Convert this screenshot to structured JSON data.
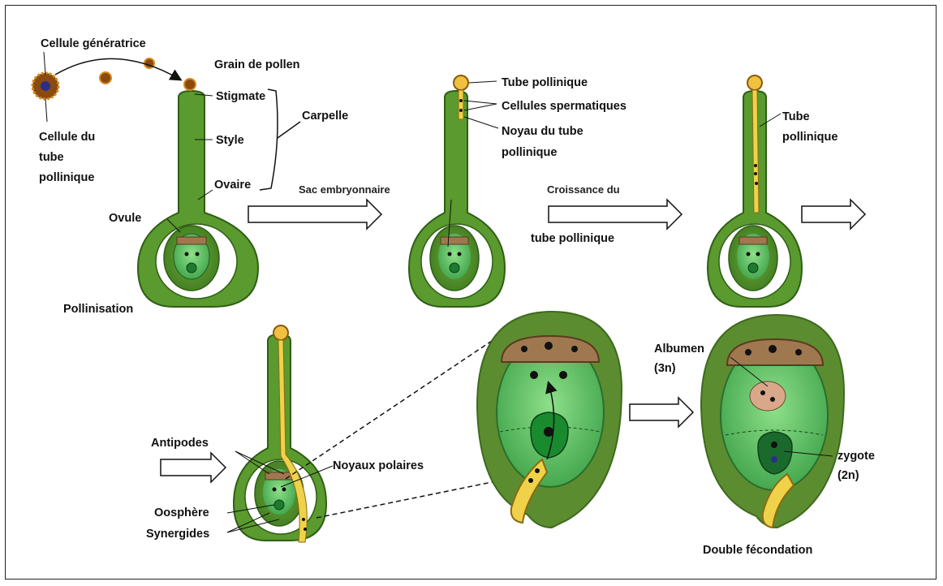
{
  "labels": {
    "cellule_generatrice": "Cellule génératrice",
    "grain_de_pollen": "Grain de pollen",
    "stigmate": "Stigmate",
    "style": "Style",
    "carpelle": "Carpelle",
    "ovaire": "Ovaire",
    "ovule": "Ovule",
    "cellule_du_tube_l1": "Cellule du",
    "cellule_du_tube_l2": "tube",
    "cellule_du_tube_l3": "pollinique",
    "pollinisation": "Pollinisation",
    "tube_pollinique_1": "Tube pollinique",
    "cellules_spermatiques": "Cellules spermatiques",
    "noyau_tube_l1": "Noyau du tube",
    "noyau_tube_l2": "pollinique",
    "sac_embryonnaire": "Sac embryonnaire",
    "croissance_l1": "Croissance du",
    "croissance_l2": "tube pollinique",
    "tube_pollinique_2_l1": "Tube",
    "tube_pollinique_2_l2": "pollinique",
    "antipodes": "Antipodes",
    "noyaux_polaires": "Noyaux polaires",
    "oosphere": "Oosphère",
    "synergides": "Synergides",
    "albumen_l1": "Albumen",
    "albumen_l2": "(3n)",
    "zygote_l1": "zygote",
    "zygote_l2": "(2n)",
    "double_fecondation": "Double fécondation"
  },
  "colors": {
    "carpel_green": "#5a9a2e",
    "carpel_dark": "#2f5e16",
    "sac_green": "#5cc26a",
    "pollen_tube": "#f0d24a",
    "antipode_brown": "#a07850",
    "ovule_outer": "#4f8a2a",
    "albumen_pink": "#d9a88a"
  }
}
